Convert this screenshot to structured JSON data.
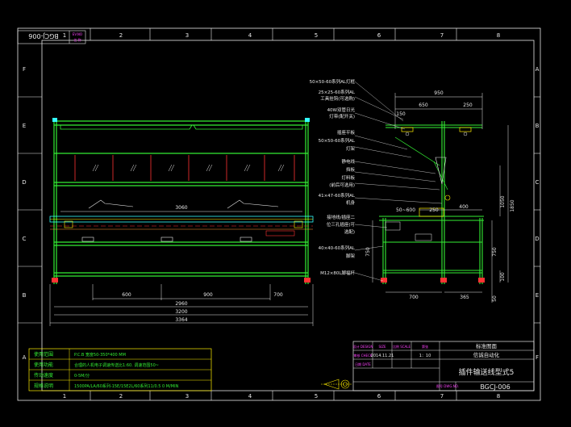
{
  "colors": {
    "background": "#000000",
    "frame": "#e8e8e8",
    "structure": "#33ee33",
    "dimension": "#e8e8e8",
    "label": "#e8e8e8",
    "accent_yellow": "#ffee00",
    "accent_red": "#ff3333",
    "accent_magenta": "#ff44ff",
    "accent_cyan": "#33ffff",
    "accent_orange": "#ff9933"
  },
  "frame": {
    "column_markers": [
      "1",
      "2",
      "3",
      "4",
      "5",
      "6",
      "7",
      "8"
    ],
    "row_markers": [
      "A",
      "B",
      "C",
      "D",
      "E",
      "F"
    ]
  },
  "stamp": {
    "code": "BGCJ-006",
    "small_label_1": "EV.NO",
    "small_label_2": "名 称"
  },
  "front_view": {
    "dimensions": {
      "conveyor": "3060",
      "pitch_left": "600",
      "pitch_center": "900",
      "pitch_right": "700",
      "inner": "2960",
      "mid": "3200",
      "overall": "3364"
    }
  },
  "side_view": {
    "callouts": [
      "50×50-60系列AL灯框",
      "25×25-60系列AL",
      "工具挂钩(可选购)",
      "40W双管日光",
      "灯带(配开关)",
      "插座平板",
      "50×50-60系列AL",
      "灯架",
      "静电线",
      "挡板",
      "灯料板",
      "(前后可选用)",
      "41×47-60系列AL",
      "机身",
      "接地线/插座二",
      "位三孔插座(可",
      "选配)",
      "40×40-60系列AL",
      "脚架",
      "M12×80L脚福杯"
    ],
    "dimensions": {
      "top_width": "950",
      "top_left": "650",
      "top_right": "250",
      "lamp_offset": "150",
      "belt_width": "50~600",
      "belt_offset": "250",
      "bench_width": "400",
      "height_upper": "1050",
      "height_total": "1850",
      "leg_height_left": "750",
      "leg_height_right": "750",
      "foot_gap": "100",
      "depth": "700",
      "bench_depth": "365",
      "foot_height": "50"
    }
  },
  "spec_table": {
    "rows": [
      {
        "label": "使用范围",
        "value": "P.C.B 宽度50-350*400 MM"
      },
      {
        "label": "使用功能",
        "value": "合理的人机电子调速传送比1:60. 调速范围50~"
      },
      {
        "label": "传动速度",
        "value": "0-5M/分"
      },
      {
        "label": "规格说明",
        "value": "1500PA/LA/60系列-15E/15E2L/60系列11/0.5 0 M/MIN"
      }
    ]
  },
  "title_block": {
    "designer_label": "设计\nDESIGN",
    "check_label": "审核\nCHECK",
    "size_label": "SIZE",
    "scale_label": "比例\nSCALE",
    "date_label": "日期\nDATE",
    "sheet_label": "第张",
    "scale_value": "1：10",
    "date_value": "2014.11.21",
    "company_top": "标准图面",
    "company": "信诚自动化",
    "drawing_title": "插件输送线型式5",
    "drawing_no_label": "图号\nDWG.NO.",
    "drawing_no": "BGCJ-006"
  }
}
